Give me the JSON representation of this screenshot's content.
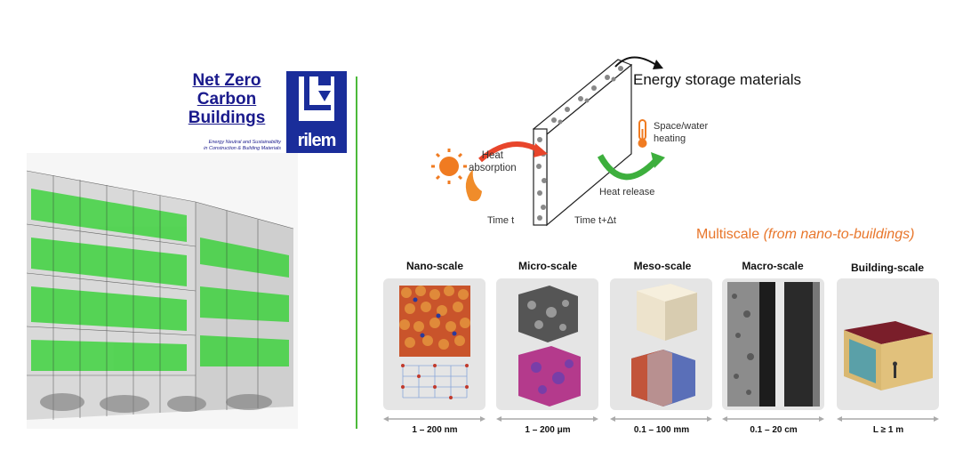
{
  "left": {
    "title_lines": [
      "Net Zero",
      "Carbon",
      "Buildings"
    ],
    "subtitle_lines": [
      "Energy Neutral and Sustainability",
      "in Construction & Building Materials"
    ],
    "logo_text": "rilem"
  },
  "storage": {
    "title": "Energy storage materials",
    "heat_absorption": [
      "Heat",
      "absorption"
    ],
    "time_t": "Time t",
    "time_tdt": "Time t+Δt",
    "heat_release": "Heat release",
    "space_heating": [
      "Space/water",
      "heating"
    ]
  },
  "multiscale": {
    "label": "Multiscale ",
    "label_italic": "(from nano-to-buildings)"
  },
  "scales": [
    {
      "name": "Nano-scale",
      "range": "1 – 200 nm"
    },
    {
      "name": "Micro-scale",
      "range": "1 – 200 μm"
    },
    {
      "name": "Meso-scale",
      "range": "0.1 – 100 mm"
    },
    {
      "name": "Macro-scale",
      "range": "0.1 – 20 cm"
    },
    {
      "name": "Building-scale",
      "range": "L ≥ 1 m"
    }
  ],
  "colors": {
    "accent_green": "#4cba3a",
    "brand_blue": "#1a2d9a",
    "orange": "#e8762b"
  }
}
